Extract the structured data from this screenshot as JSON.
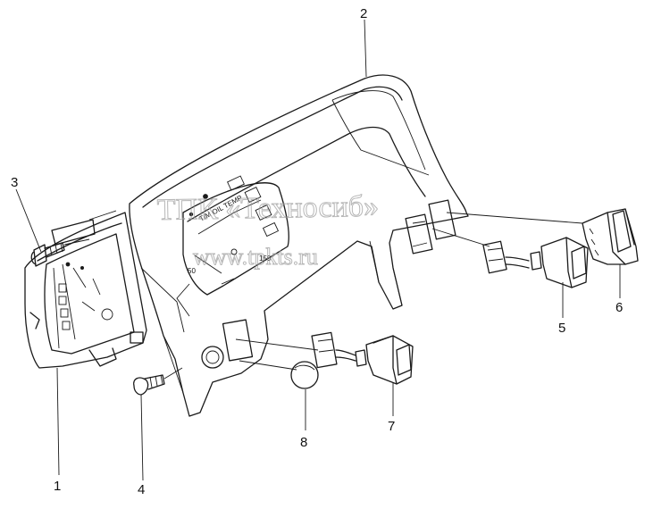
{
  "callouts": [
    {
      "id": "1",
      "label": "1"
    },
    {
      "id": "2",
      "label": "2"
    },
    {
      "id": "3",
      "label": "3"
    },
    {
      "id": "4",
      "label": "4"
    },
    {
      "id": "5",
      "label": "5"
    },
    {
      "id": "6",
      "label": "6"
    },
    {
      "id": "7",
      "label": "7"
    },
    {
      "id": "8",
      "label": "8"
    }
  ],
  "gauge_text": {
    "oil_temp": "T/M OIL TEMP",
    "scale_low": "50",
    "scale_high": "150"
  },
  "watermark": {
    "line1": "ТПК «Техносиб»",
    "line2": "www.tpkts.ru"
  }
}
